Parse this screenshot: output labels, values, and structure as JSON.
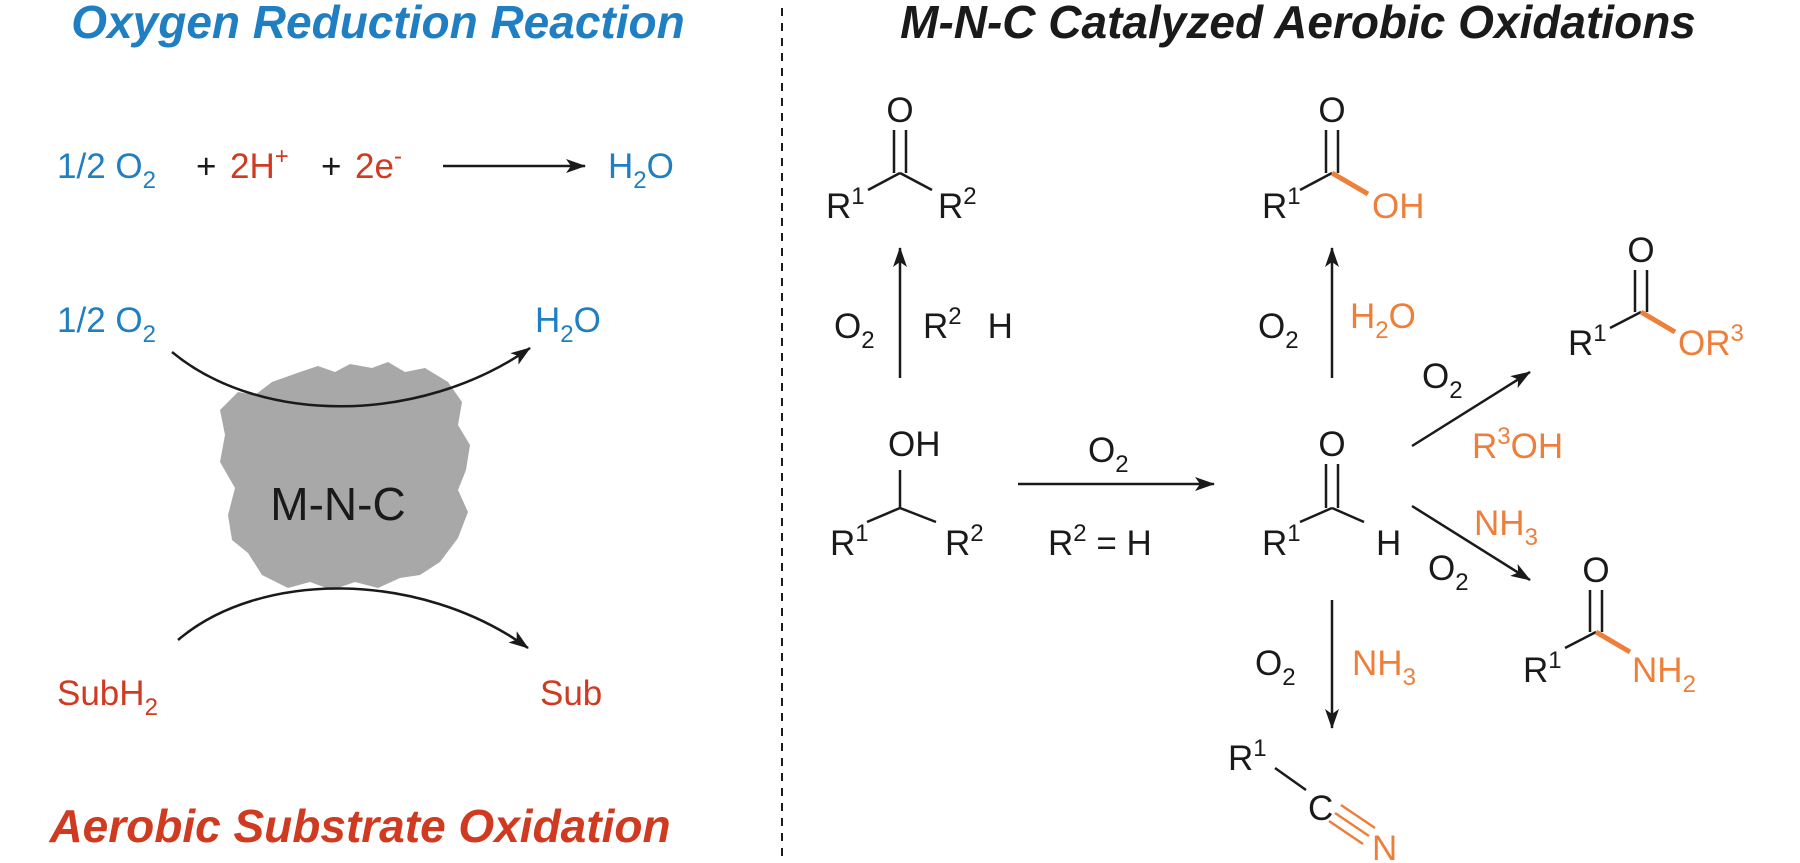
{
  "colors": {
    "blue": "#1f7fc2",
    "red": "#cf3a20",
    "orange": "#ee7f3b",
    "black": "#1a1a1a",
    "gray": "#a8a8a8"
  },
  "left": {
    "title_top": "Oxygen Reduction Reaction",
    "title_bottom": "Aerobic Substrate Oxidation",
    "orr": {
      "o2_coef": "1/2 O",
      "o2_sub": "2",
      "plus": "+",
      "protons": "2H",
      "protons_sup": "+",
      "electrons": "2e",
      "electrons_sup": "-",
      "water": "H",
      "water_sub": "2",
      "water_o": "O"
    },
    "cycle": {
      "o2_coef": "1/2 O",
      "o2_sub": "2",
      "water": "H",
      "water_sub": "2",
      "water_o": "O",
      "catalyst": "M-N-C",
      "substrate": "SubH",
      "substrate_sub": "2",
      "product": "Sub"
    }
  },
  "right": {
    "title": "M-N-C Catalyzed Aerobic Oxidations",
    "alcohol": {
      "oh": "OH",
      "r1": "R",
      "r1_sup": "1",
      "r2": "R",
      "r2_sup": "2"
    },
    "ketone": {
      "o": "O",
      "r1": "R",
      "r1_sup": "1",
      "r2": "R",
      "r2_sup": "2"
    },
    "ketone_arrow": {
      "o2": "O",
      "o2_sub": "2",
      "cond_r": "R",
      "cond_sup": "2",
      "cond_h": "H"
    },
    "aldehyde_arrow": {
      "o2": "O",
      "o2_sub": "2",
      "cond": "R",
      "cond_sup": "2",
      "cond_rest": " = H"
    },
    "aldehyde": {
      "o": "O",
      "r1": "R",
      "r1_sup": "1",
      "h": "H"
    },
    "acid": {
      "o": "O",
      "r1": "R",
      "r1_sup": "1",
      "oh": "OH"
    },
    "acid_arrow": {
      "o2": "O",
      "o2_sub": "2",
      "reagent": "H",
      "reagent_sub": "2",
      "reagent_o": "O"
    },
    "ester": {
      "o": "O",
      "r1": "R",
      "r1_sup": "1",
      "or": "OR",
      "or_sup": "3"
    },
    "ester_arrow": {
      "o2": "O",
      "o2_sub": "2",
      "reagent": "R",
      "reagent_sup": "3",
      "reagent_oh": "OH"
    },
    "amide": {
      "o": "O",
      "r1": "R",
      "r1_sup": "1",
      "nh": "NH",
      "nh_sub": "2"
    },
    "amide_arrow": {
      "reagent": "NH",
      "reagent_sub": "3",
      "o2": "O",
      "o2_sub": "2"
    },
    "nitrile_arrow": {
      "o2": "O",
      "o2_sub": "2",
      "reagent": "NH",
      "reagent_sub": "3"
    },
    "nitrile": {
      "r1": "R",
      "r1_sup": "1",
      "c": "C",
      "n": "N"
    }
  }
}
